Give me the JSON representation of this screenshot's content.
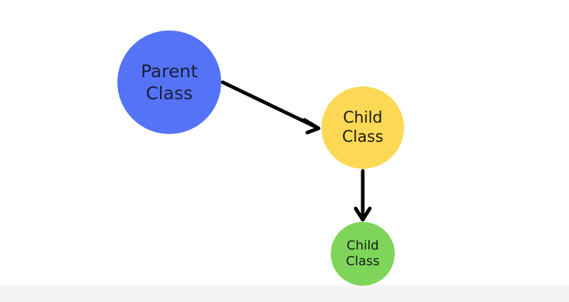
{
  "nodes": {
    "parent": {
      "label": "Parent\nClass",
      "color": "#5473f7"
    },
    "child_1": {
      "label": "Child\nClass",
      "color": "#fdd854"
    },
    "child_2": {
      "label": "Child\nClass",
      "color": "#7ed55a"
    }
  },
  "edges": [
    {
      "from": "parent",
      "to": "child_1"
    },
    {
      "from": "child_1",
      "to": "child_2"
    }
  ],
  "colors": {
    "arrow": "#000000",
    "background": "#ffffff"
  }
}
